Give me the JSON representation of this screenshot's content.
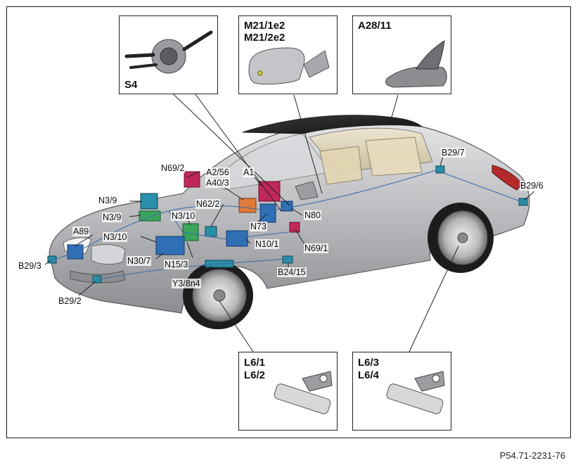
{
  "diagram": {
    "reference": "P54.71-2231-76",
    "insets": {
      "s4": {
        "label": "S4"
      },
      "mirror": {
        "line1": "M21/1e2",
        "line2": "M21/2e2"
      },
      "antenna": {
        "label": "A28/11"
      },
      "front_brake": {
        "line1": "L6/1",
        "line2": "L6/2"
      },
      "rear_brake": {
        "line1": "L6/3",
        "line2": "L6/4"
      }
    },
    "callouts": [
      "N69/2",
      "A2/56",
      "A1",
      "A40/3",
      "N3/9",
      "N3/9",
      "N62/2",
      "N80",
      "N3/10",
      "N3/10",
      "N73",
      "A89",
      "N10/1",
      "N69/1",
      "N30/7",
      "N15/3",
      "B29/3",
      "Y3/8n4",
      "B24/15",
      "B29/2",
      "B29/7",
      "B29/6"
    ],
    "component_colors": {
      "magenta": "#c0285a",
      "blue": "#2f6fb6",
      "green": "#3aa55a",
      "teal": "#2a8fa8",
      "orange": "#e07a3a"
    }
  }
}
